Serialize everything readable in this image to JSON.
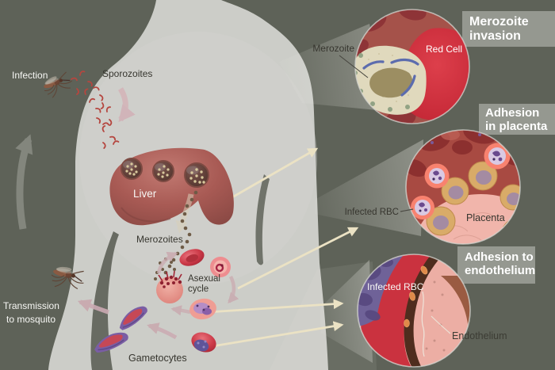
{
  "diagram": {
    "subject": "malaria-parasite-life-cycle",
    "body_labels": {
      "infection": "Infection",
      "sporozoites": "Sporozoites",
      "liver": "Liver",
      "merozoites": "Merozoites",
      "asexual_line1": "Asexual",
      "asexual_line2": "cycle",
      "gametocytes": "Gametocytes",
      "transmission_line1": "Transmission",
      "transmission_line2": "to mosquito"
    },
    "insets": [
      {
        "id": "merozoite-invasion",
        "title_line1": "Merozoite",
        "title_line2": "invasion",
        "labels": {
          "merozoite": "Merozoite",
          "red_cell": "Red Cell"
        }
      },
      {
        "id": "adhesion-in-placenta",
        "title_line1": "Adhesion",
        "title_line2": "in placenta",
        "labels": {
          "infected_rbc": "Infected RBC",
          "placenta": "Placenta"
        }
      },
      {
        "id": "adhesion-to-endothelium",
        "title_line1": "Adhesion to",
        "title_line2": "endothelium",
        "labels": {
          "infected_rbc": "Infected RBC",
          "endothelium": "Endothelium"
        }
      }
    ],
    "palette": {
      "background": "#5e6258",
      "body_silhouette": "#cccdc8",
      "zoom_beam": "#8a8d85",
      "title_box": "#989b93",
      "title_text": "#ffffff",
      "label_dark": "#37362f",
      "label_light": "#f7f7f4",
      "arrow_cream": "#ebe2c4",
      "arrow_pink": "#d2b0b6",
      "red_cell": "#d52c3c",
      "merozoite_cream": "#e0d9bd",
      "liver": "#a85a54",
      "placenta_pink": "#f1b5ab",
      "endothelium_pink": "#ecaea4",
      "infected_rbc_ring": "#f8826f",
      "gametocyte_purple": "#7a5ea4",
      "blood_red": "#ca323f"
    }
  }
}
